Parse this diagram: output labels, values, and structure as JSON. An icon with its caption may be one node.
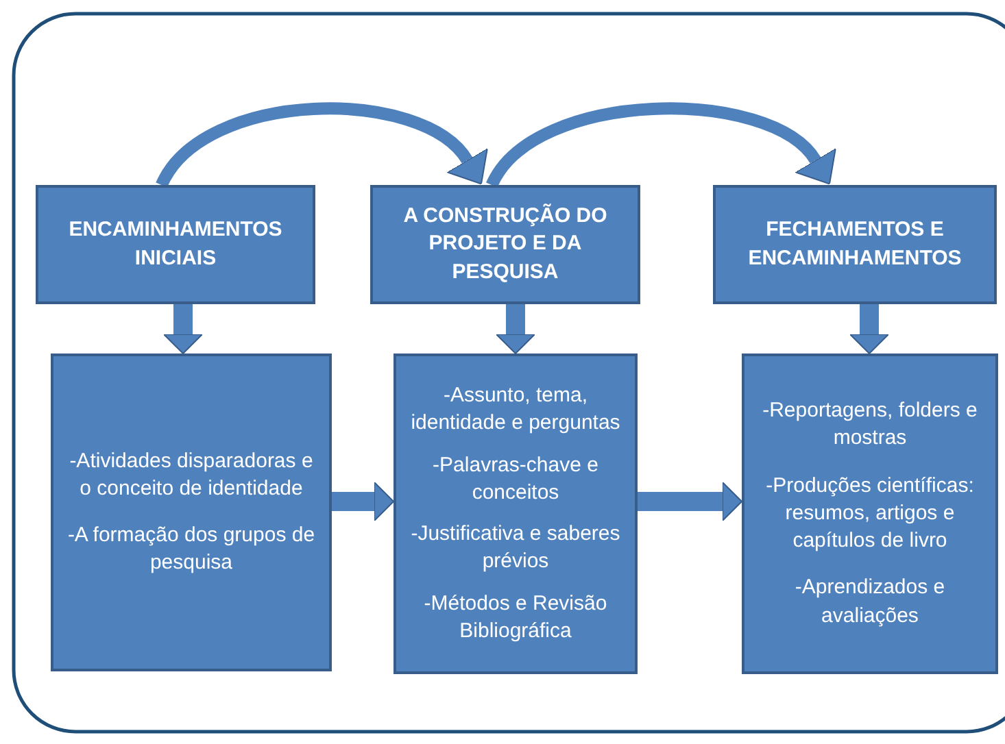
{
  "diagram": {
    "nodes": [
      {
        "text": [
          "ENCAMINHAMENTOS INICIAIS"
        ]
      },
      {
        "text": [
          "A CONSTRUÇÃO DO PROJETO E DA PESQUISA"
        ]
      },
      {
        "text": [
          "FECHAMENTOS E ENCAMINHAMENTOS"
        ]
      },
      {
        "text": [
          "-Atividades disparadoras e o conceito de identidade",
          "-A formação dos grupos de pesquisa"
        ]
      },
      {
        "text": [
          "-Assunto, tema, identidade e perguntas",
          "-Palavras-chave e conceitos",
          "-Justificativa e saberes prévios",
          "-Métodos e Revisão Bibliográfica"
        ]
      },
      {
        "text": [
          "-Reportagens, folders e mostras",
          "-Produções científicas: resumos, artigos e capítulos de livro",
          "-Aprendizados e avaliações"
        ]
      }
    ],
    "edges": [
      {
        "from": 0,
        "to": 1,
        "arrow": "to"
      },
      {
        "from": 1,
        "to": 2,
        "arrow": "to"
      },
      {
        "from": 0,
        "to": 3,
        "arrow": "to"
      },
      {
        "from": 1,
        "to": 4,
        "arrow": "to"
      },
      {
        "from": 2,
        "to": 5,
        "arrow": "to"
      },
      {
        "from": 3,
        "to": 4,
        "arrow": "to"
      },
      {
        "from": 4,
        "to": 5,
        "arrow": "to"
      }
    ]
  }
}
